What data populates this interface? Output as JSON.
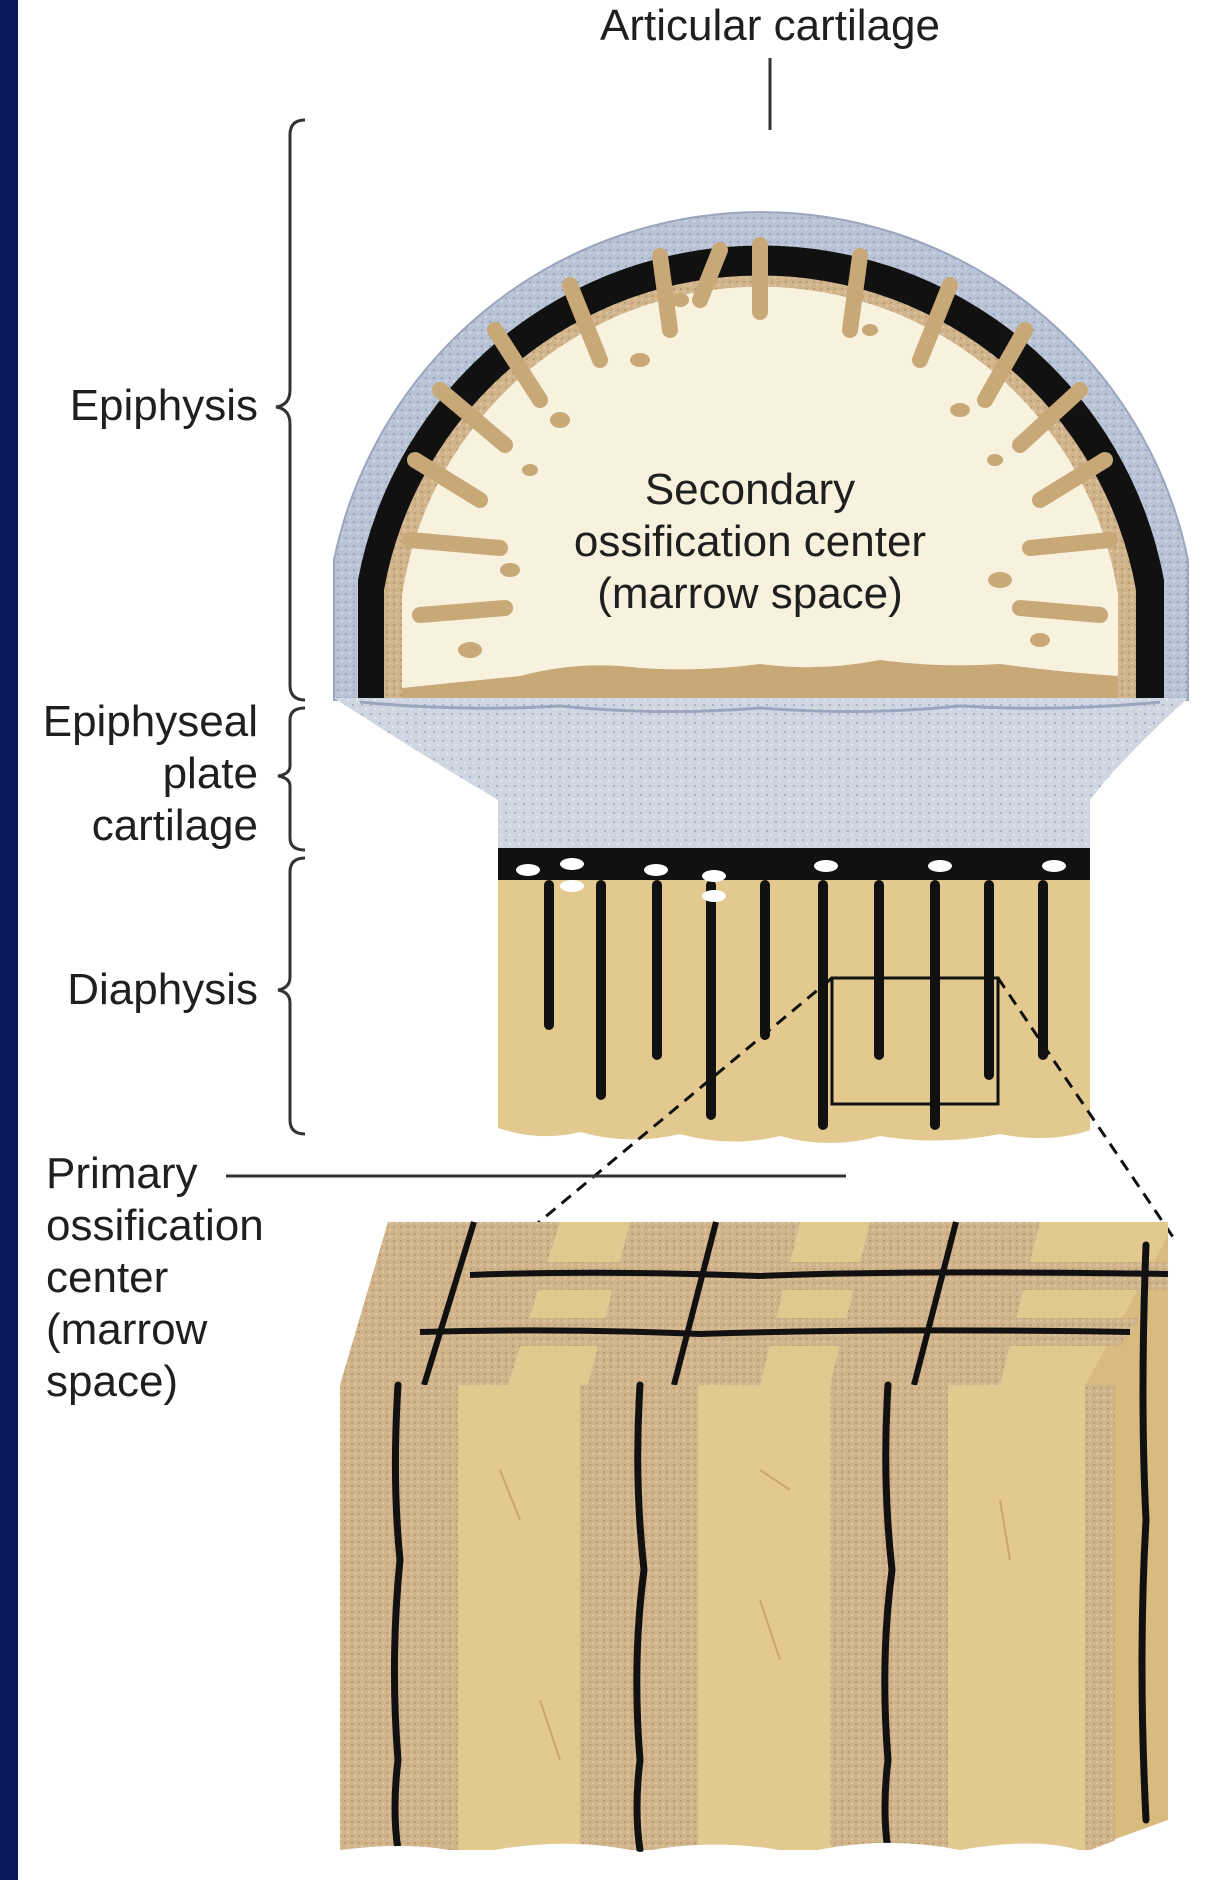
{
  "labels": {
    "articular_cartilage": "Articular cartilage",
    "epiphysis": "Epiphysis",
    "secondary_center": [
      "Secondary",
      "ossification center",
      "(marrow space)"
    ],
    "epiphyseal_plate": [
      "Epiphyseal",
      "plate",
      "cartilage"
    ],
    "diaphysis": "Diaphysis",
    "primary_center": [
      "Primary",
      "ossification",
      "center",
      "(marrow",
      "space)"
    ]
  },
  "colors": {
    "edge_bar": "#0a1a5c",
    "cartilage": "#b9c3d6",
    "plate_cartilage": "#cfd6e2",
    "bone_tan": "#d2b48c",
    "bone_fill": "#e3c98f",
    "marrow_cream": "#f7f1de",
    "black_line": "#111111",
    "text": "#1f1f1f"
  }
}
